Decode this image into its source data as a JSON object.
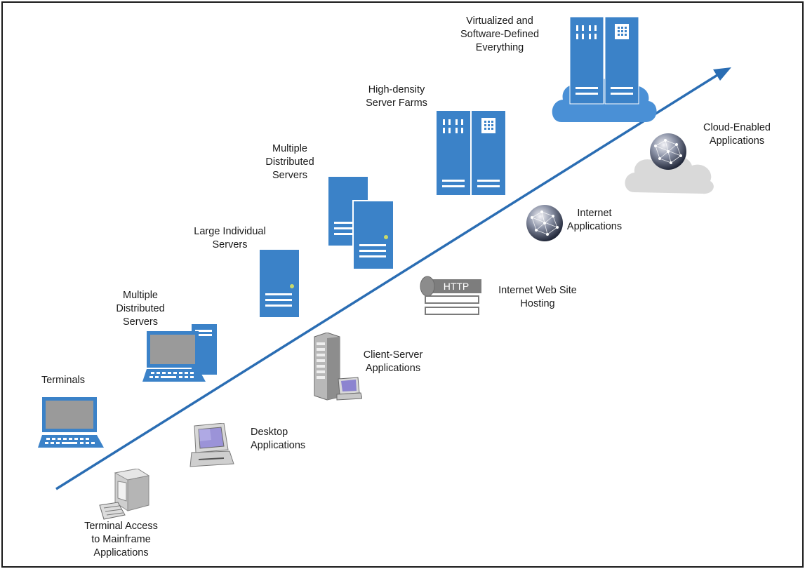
{
  "diagram": {
    "colors": {
      "server_blue": "#3b82c8",
      "arrow_blue": "#2a6db3",
      "monitor_gray": "#9a9a9a",
      "cloud_blue": "#4a90d6",
      "cloud_gray": "#d9d9d9"
    },
    "trend_arrow": "up-right",
    "labels": {
      "terminals": "Terminals",
      "multiple_distributed_servers_1": "Multiple\nDistributed\nServers",
      "large_individual_servers": "Large Individual\nServers",
      "multiple_distributed_servers_2": "Multiple\nDistributed\nServers",
      "high_density_server_farms": "High-density\nServer Farms",
      "virtualized": "Virtualized and\nSoftware-Defined\nEverything",
      "terminal_access_mainframe": "Terminal Access\nto Mainframe\nApplications",
      "desktop_applications": "Desktop\nApplications",
      "client_server_applications": "Client-Server\nApplications",
      "internet_web_site_hosting": "Internet Web Site\nHosting",
      "internet_applications": "Internet\nApplications",
      "cloud_enabled_applications": "Cloud-Enabled\nApplications",
      "http_badge": "HTTP"
    },
    "icons": [
      "terminal-monitor-icon",
      "desktop-computer-icon",
      "tower-server-icon",
      "dual-tower-server-icon",
      "rack-server-farm-icon",
      "cloud-server-icon",
      "mainframe-terminal-icon",
      "desktop-pc-icon",
      "client-server-icon",
      "http-web-host-icon",
      "globe-icon",
      "cloud-globe-icon"
    ]
  }
}
